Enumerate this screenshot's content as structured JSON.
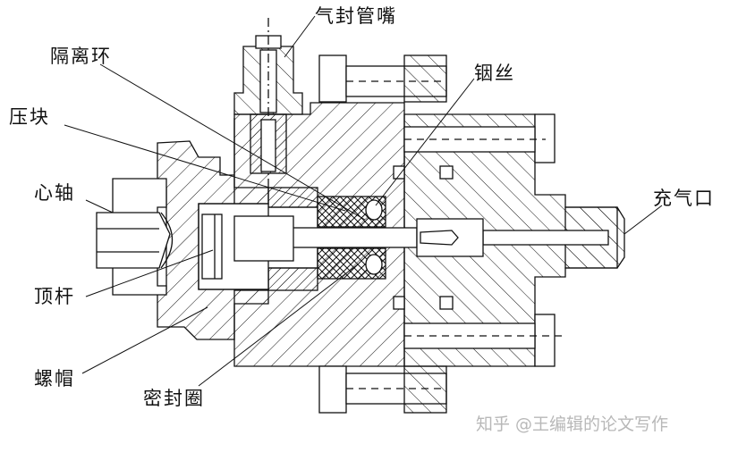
{
  "labels": {
    "gas_seal_nozzle": "气封管嘴",
    "spacer_ring": "隔离环",
    "pressure_block": "压块",
    "indium_wire": "铟丝",
    "core_shaft": "心轴",
    "inflation_port": "充气口",
    "ejector_pin": "顶杆",
    "nut_cap": "螺帽",
    "seal_ring": "密封圈"
  },
  "watermark": "知乎 @王编辑的论文写作",
  "colors": {
    "line": "#111111",
    "background": "#ffffff",
    "watermark": "#b8b8b8"
  }
}
